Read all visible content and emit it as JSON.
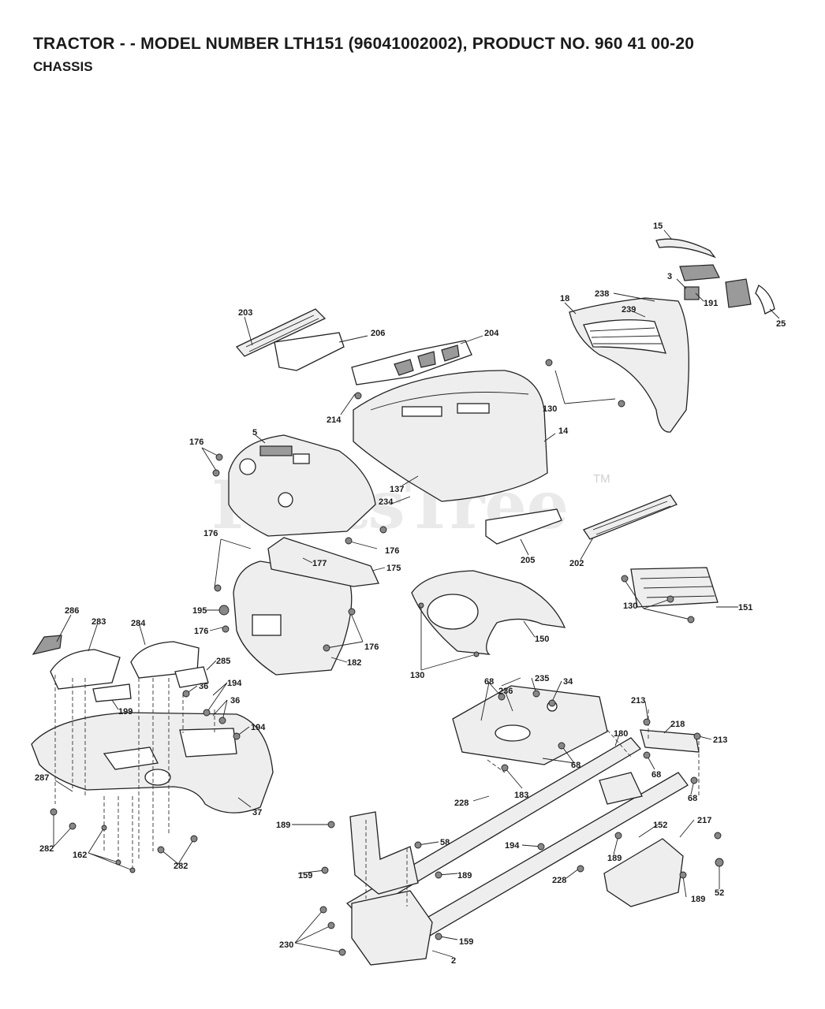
{
  "header": {
    "title": "TRACTOR - - MODEL NUMBER LTH151 (96041002002), PRODUCT NO. 960 41 00-20",
    "subtitle": "CHASSIS"
  },
  "watermark": {
    "text": "PartsTree",
    "tm": "TM"
  },
  "callouts": [
    {
      "id": "c15",
      "label": "15"
    },
    {
      "id": "c3",
      "label": "3"
    },
    {
      "id": "c238",
      "label": "238"
    },
    {
      "id": "c191",
      "label": "191"
    },
    {
      "id": "c25",
      "label": "25"
    },
    {
      "id": "c18",
      "label": "18"
    },
    {
      "id": "c239",
      "label": "239"
    },
    {
      "id": "c203",
      "label": "203"
    },
    {
      "id": "c206",
      "label": "206"
    },
    {
      "id": "c204",
      "label": "204"
    },
    {
      "id": "c130a",
      "label": "130"
    },
    {
      "id": "c214",
      "label": "214"
    },
    {
      "id": "c14",
      "label": "14"
    },
    {
      "id": "c176a",
      "label": "176"
    },
    {
      "id": "c5",
      "label": "5"
    },
    {
      "id": "c137",
      "label": "137"
    },
    {
      "id": "c234",
      "label": "234"
    },
    {
      "id": "c176b",
      "label": "176"
    },
    {
      "id": "c176c",
      "label": "176"
    },
    {
      "id": "c177",
      "label": "177"
    },
    {
      "id": "c175",
      "label": "175"
    },
    {
      "id": "c205",
      "label": "205"
    },
    {
      "id": "c202",
      "label": "202"
    },
    {
      "id": "c195",
      "label": "195"
    },
    {
      "id": "c176d",
      "label": "176"
    },
    {
      "id": "c176e",
      "label": "176"
    },
    {
      "id": "c182",
      "label": "182"
    },
    {
      "id": "c150",
      "label": "150"
    },
    {
      "id": "c130b",
      "label": "130"
    },
    {
      "id": "c130c",
      "label": "130"
    },
    {
      "id": "c151",
      "label": "151"
    },
    {
      "id": "c286",
      "label": "286"
    },
    {
      "id": "c283",
      "label": "283"
    },
    {
      "id": "c284",
      "label": "284"
    },
    {
      "id": "c285",
      "label": "285"
    },
    {
      "id": "c199",
      "label": "199"
    },
    {
      "id": "c36a",
      "label": "36"
    },
    {
      "id": "c194a",
      "label": "194"
    },
    {
      "id": "c36b",
      "label": "36"
    },
    {
      "id": "c194b",
      "label": "194"
    },
    {
      "id": "c68a",
      "label": "68"
    },
    {
      "id": "c235",
      "label": "235"
    },
    {
      "id": "c34",
      "label": "34"
    },
    {
      "id": "c236",
      "label": "236"
    },
    {
      "id": "c213a",
      "label": "213"
    },
    {
      "id": "c218",
      "label": "218"
    },
    {
      "id": "c213b",
      "label": "213"
    },
    {
      "id": "c180",
      "label": "180"
    },
    {
      "id": "c68b",
      "label": "68"
    },
    {
      "id": "c68c",
      "label": "68"
    },
    {
      "id": "c68d",
      "label": "68"
    },
    {
      "id": "c183",
      "label": "183"
    },
    {
      "id": "c287",
      "label": "287"
    },
    {
      "id": "c37",
      "label": "37"
    },
    {
      "id": "c228a",
      "label": "228"
    },
    {
      "id": "c189a",
      "label": "189"
    },
    {
      "id": "c58",
      "label": "58"
    },
    {
      "id": "c217",
      "label": "217"
    },
    {
      "id": "c152",
      "label": "152"
    },
    {
      "id": "c282a",
      "label": "282"
    },
    {
      "id": "c162",
      "label": "162"
    },
    {
      "id": "c282b",
      "label": "282"
    },
    {
      "id": "c194c",
      "label": "194"
    },
    {
      "id": "c189b",
      "label": "189"
    },
    {
      "id": "c159a",
      "label": "159"
    },
    {
      "id": "c189c",
      "label": "189"
    },
    {
      "id": "c228b",
      "label": "228"
    },
    {
      "id": "c189d",
      "label": "189"
    },
    {
      "id": "c52",
      "label": "52"
    },
    {
      "id": "c230",
      "label": "230"
    },
    {
      "id": "c159b",
      "label": "159"
    },
    {
      "id": "c2",
      "label": "2"
    }
  ]
}
